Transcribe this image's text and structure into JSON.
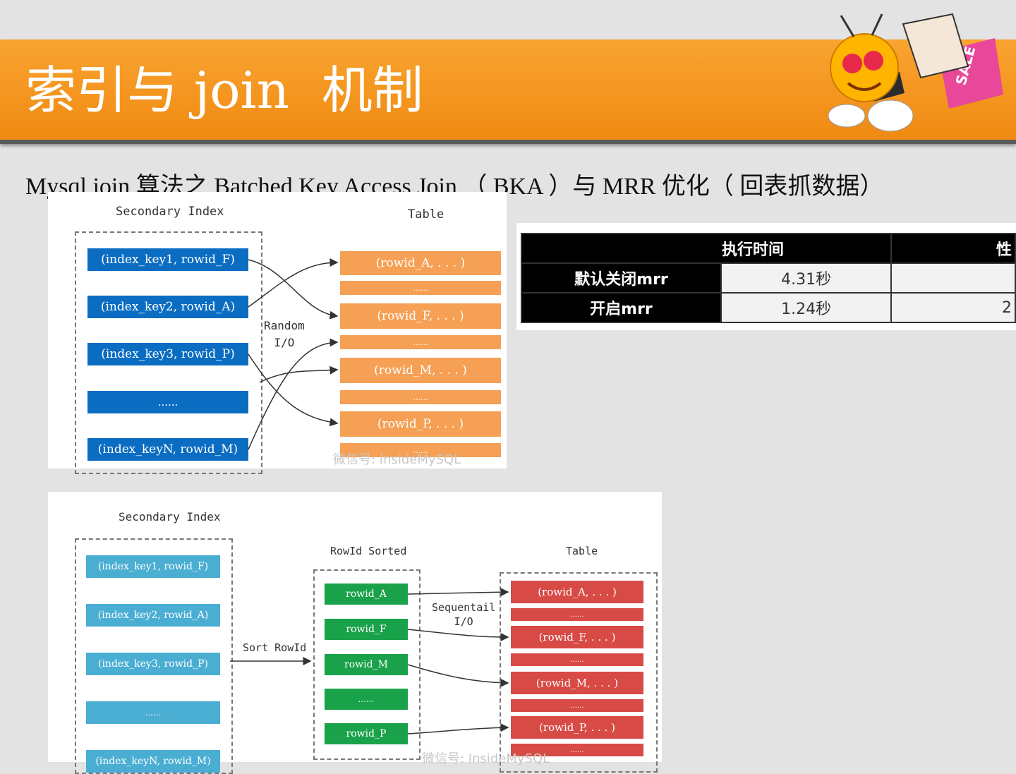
{
  "slide": {
    "title": "索引与 join  机制",
    "subtitle": "Mysql join 算法之 Batched Key Access Join （ BKA ）与 MRR 优化（ 回表抓数据）"
  },
  "mascot": {
    "icon": "bee-mascot-shopping-icon",
    "bag_text": "SALE"
  },
  "figure_random_io": {
    "index_caption": "Secondary Index",
    "table_caption": "Table",
    "io_label": "Random\nI/O",
    "index_rows": [
      "(index_key1, rowid_F)",
      "(index_key2, rowid_A)",
      "(index_key3, rowid_P)",
      "......",
      "(index_keyN, rowid_M)"
    ],
    "table_rows": [
      "(rowid_A, . . . )",
      "......",
      "(rowid_F, . . . )",
      "......",
      "(rowid_M, . . . )",
      "......",
      "(rowid_P, . . . )",
      "......"
    ],
    "watermark": "微信号: InsideMySQL",
    "colors": {
      "index": "#0a6dc2",
      "table": "#f5a054"
    }
  },
  "figure_perf": {
    "header_label": "执行时间",
    "header_cut": "性",
    "rows": [
      {
        "label": "默认关闭mrr",
        "value": "4.31秒",
        "extra": ""
      },
      {
        "label": "开启mrr",
        "value": "1.24秒",
        "extra": "2"
      }
    ]
  },
  "figure_sequential_io": {
    "index_caption": "Secondary Index",
    "sorted_caption": "RowId Sorted",
    "table_caption": "Table",
    "sort_label": "Sort RowId",
    "io_label": "Sequentail\nI/O",
    "index_rows": [
      "(index_key1, rowid_F)",
      "(index_key2, rowid_A)",
      "(index_key3, rowid_P)",
      "......",
      "(index_keyN, rowid_M)"
    ],
    "sorted_rows": [
      "rowid_A",
      "rowid_F",
      "rowid_M",
      "......",
      "rowid_P"
    ],
    "table_rows": [
      "(rowid_A, . . . )",
      "......",
      "(rowid_F, . . . )",
      "......",
      "(rowid_M, . . . )",
      "......",
      "(rowid_P, . . . )",
      "......"
    ],
    "watermark": "微信号: InsideMySQL",
    "colors": {
      "index": "#4aaed3",
      "sorted": "#1aa24a",
      "table": "#d84a45"
    }
  }
}
